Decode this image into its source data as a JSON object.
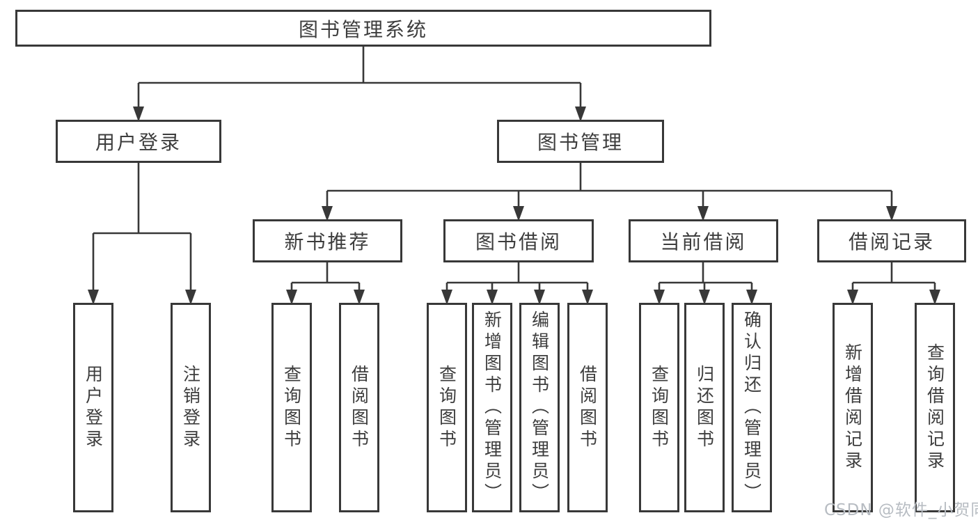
{
  "diagram_title": "图书管理系统",
  "tree": {
    "root": {
      "label": "图书管理系统"
    },
    "branches": [
      {
        "label": "用户登录",
        "children": [
          {
            "label": "用户登录"
          },
          {
            "label": "注销登录"
          }
        ]
      },
      {
        "label": "图书管理",
        "groups": [
          {
            "label": "新书推荐",
            "children": [
              {
                "label": "查询图书"
              },
              {
                "label": "借阅图书"
              }
            ]
          },
          {
            "label": "图书借阅",
            "children": [
              {
                "label": "查询图书"
              },
              {
                "label": "新增图书（管理员）"
              },
              {
                "label": "编辑图书（管理员）"
              },
              {
                "label": "借阅图书"
              }
            ]
          },
          {
            "label": "当前借阅",
            "children": [
              {
                "label": "查询图书"
              },
              {
                "label": "归还图书"
              },
              {
                "label": "确认归还（管理员）"
              }
            ]
          },
          {
            "label": "借阅记录",
            "children": [
              {
                "label": "新增借阅记录"
              },
              {
                "label": "查询借阅记录"
              }
            ]
          }
        ]
      }
    ]
  },
  "watermark": "CSDN @软件_小贺同学",
  "colors": {
    "line": "#383838",
    "text": "#3d3d3d",
    "box_background": "#ffffff",
    "watermark": "#b7bcc2",
    "background": "#ffffff"
  }
}
